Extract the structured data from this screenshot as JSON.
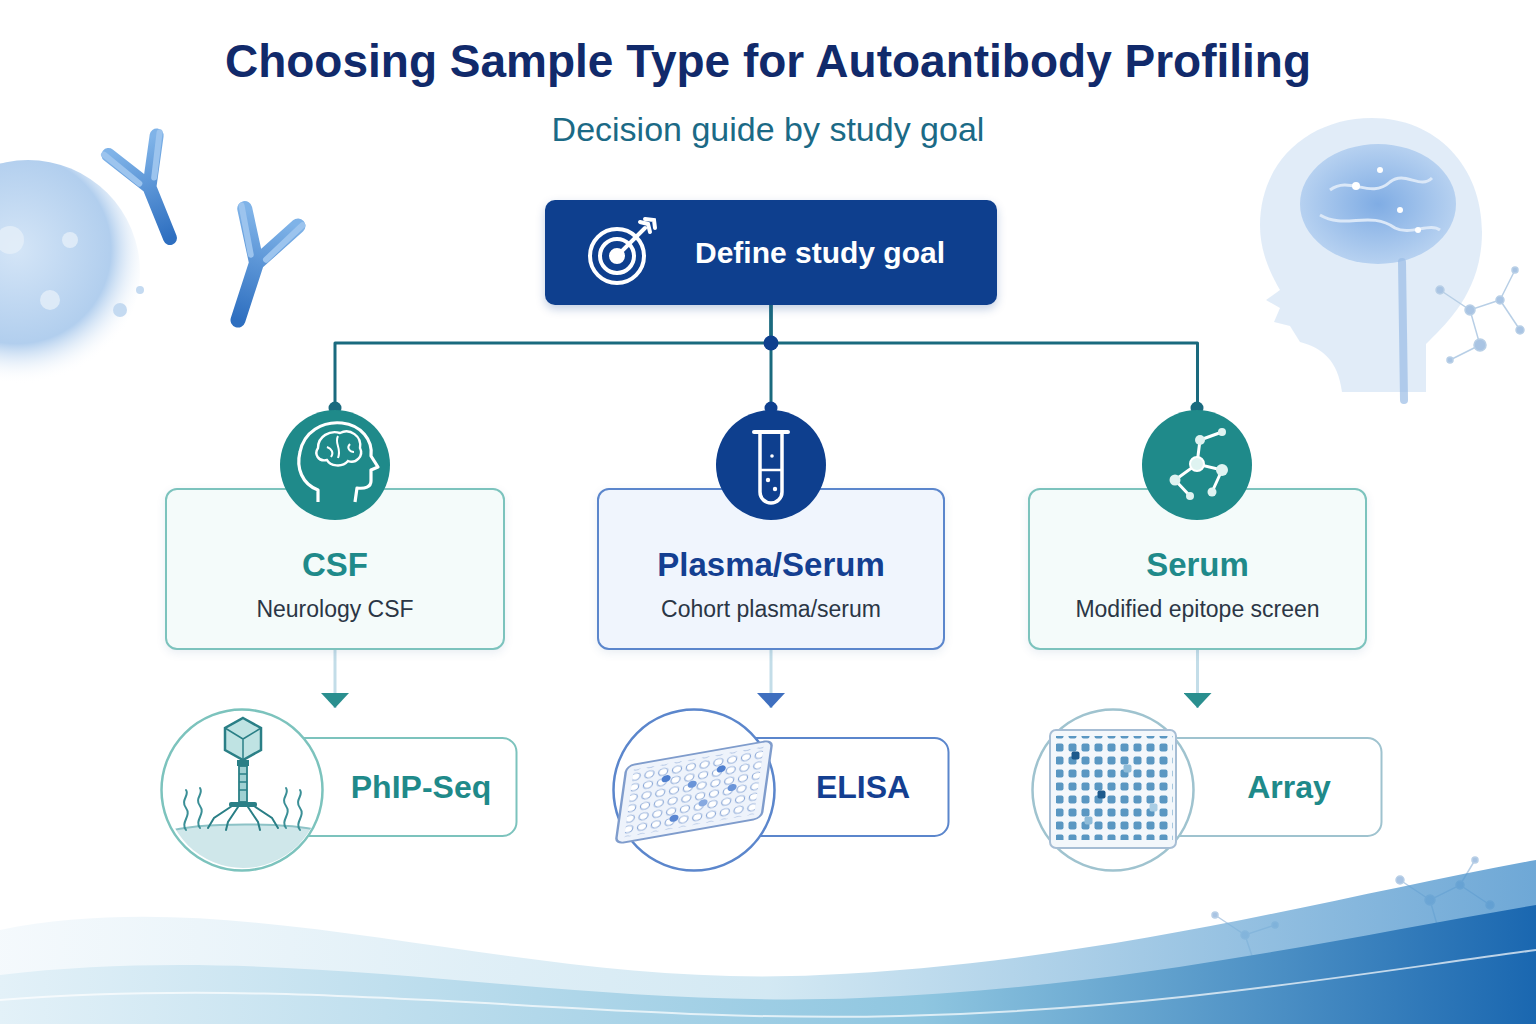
{
  "diagram": {
    "title": "Choosing Sample Type for Autoantibody Profiling",
    "nodes": [
      {
        "text": [
          "Define study goal"
        ]
      },
      {
        "text": [
          "CSF",
          "Neurology CSF"
        ]
      },
      {
        "text": [
          "Plasma/Serum",
          "Cohort plasma/serum"
        ]
      },
      {
        "text": [
          "Serum",
          "Modified epitope screen"
        ]
      },
      {
        "text": [
          "PhIP-Seq"
        ]
      },
      {
        "text": [
          "ELISA"
        ]
      },
      {
        "text": [
          "Array"
        ]
      }
    ],
    "edges": [
      {
        "from": 0,
        "to": 1,
        "arrow": "none"
      },
      {
        "from": 0,
        "to": 2,
        "arrow": "none"
      },
      {
        "from": 0,
        "to": 3,
        "arrow": "none"
      },
      {
        "from": 1,
        "to": 4,
        "arrow": "to"
      },
      {
        "from": 2,
        "to": 5,
        "arrow": "to"
      },
      {
        "from": 3,
        "to": 6,
        "arrow": "to"
      }
    ],
    "labels": [
      "Decision guide by study goal"
    ]
  }
}
